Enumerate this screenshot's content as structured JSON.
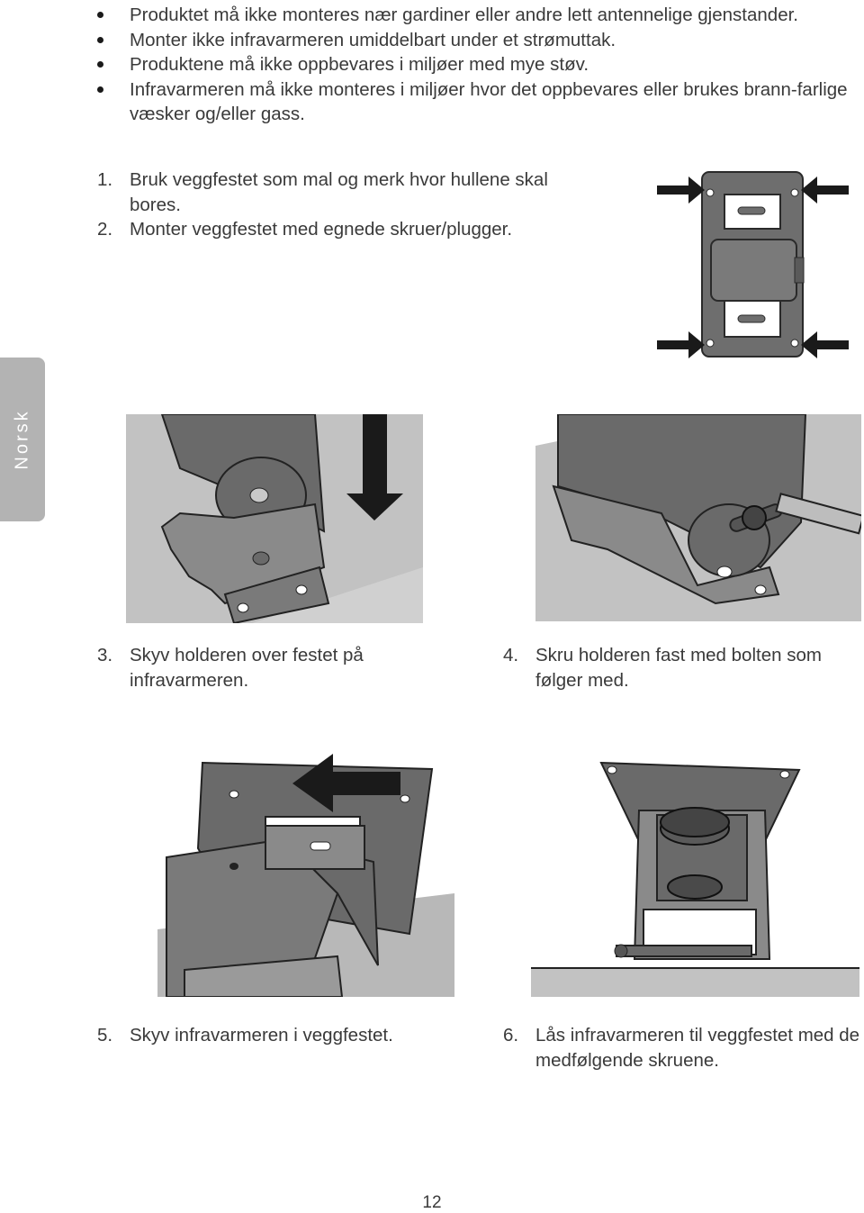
{
  "bullets": [
    "Produktet må ikke monteres nær gardiner eller andre lett antennelige gjenstander.",
    "Monter ikke infravarmeren umiddelbart under et strømuttak.",
    "Produktene må ikke oppbevares i miljøer med mye støv.",
    "Infravarmeren må ikke monteres i miljøer hvor det oppbevares eller brukes brann-farlige væsker og/eller gass."
  ],
  "steps": [
    {
      "num": "1.",
      "text": "Bruk veggfestet som mal og merk hvor hullene skal bores."
    },
    {
      "num": "2.",
      "text": "Monter veggfestet med egnede skruer/plugger."
    },
    {
      "num": "3.",
      "text": "Skyv holderen over festet på infravarmeren."
    },
    {
      "num": "4.",
      "text": "Skru holderen fast med bolten som følger med."
    },
    {
      "num": "5.",
      "text": "Skyv infravarmeren i veggfestet."
    },
    {
      "num": "6.",
      "text": "Lås infravarmeren til veggfestet med de medfølgende skruene."
    }
  ],
  "side_tab": "Norsk",
  "page_number": "12",
  "colors": {
    "text": "#3a3a3a",
    "metal_dark": "#555555",
    "metal_mid": "#8a8a8a",
    "surface": "#c2c2c2",
    "arrow": "#1a1a1a",
    "tab": "#b3b3b3"
  }
}
